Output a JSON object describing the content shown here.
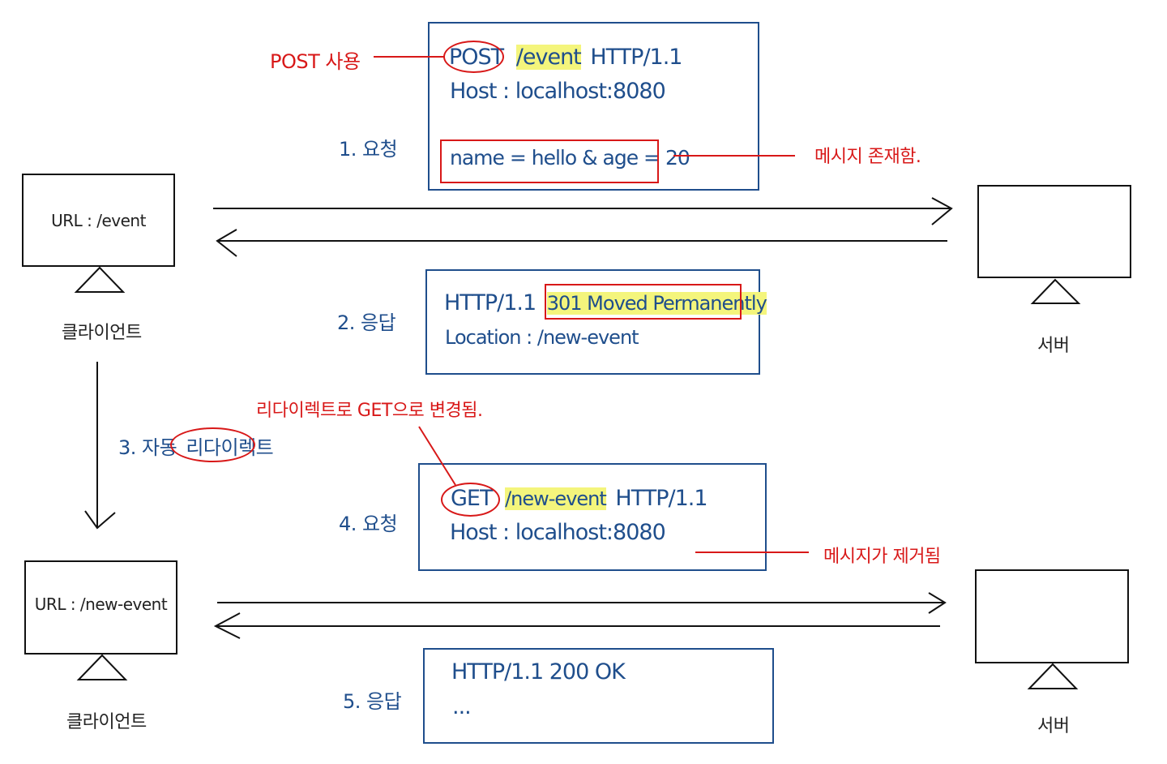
{
  "client": {
    "label": "클라이언트",
    "url_top": "URL : /event",
    "url_bottom": "URL : /new-event"
  },
  "server": {
    "label": "서버"
  },
  "steps": {
    "s1": "1. 요청",
    "s2": "2. 응답",
    "s3_prefix": "3. 자동",
    "s3_redirect": "리다이렉트",
    "s4": "4. 요청",
    "s5": "5. 응답"
  },
  "request1": {
    "method": "POST",
    "path": "/event",
    "version": "HTTP/1.1",
    "host": "Host : localhost:8080",
    "body": "name = hello & age = 20"
  },
  "response1": {
    "version": "HTTP/1.1",
    "status": "301 Moved Permanently",
    "location": "Location : /new-event"
  },
  "request2": {
    "method": "GET",
    "path": "/new-event",
    "version": "HTTP/1.1",
    "host": "Host : localhost:8080"
  },
  "response2": {
    "status_line": "HTTP/1.1 200 OK",
    "ellipsis": "..."
  },
  "notes": {
    "post_used": "POST 사용",
    "message_exists": "메시지 존재함.",
    "redirect_to_get": "리다이렉트로 GET으로 변경됨.",
    "message_removed": "메시지가 제거됨"
  },
  "colors": {
    "box_border": "#1f4e8c",
    "text_blue": "#1f4e8c",
    "annotation_red": "#d81818",
    "highlight_yellow": "#f4f57c"
  }
}
